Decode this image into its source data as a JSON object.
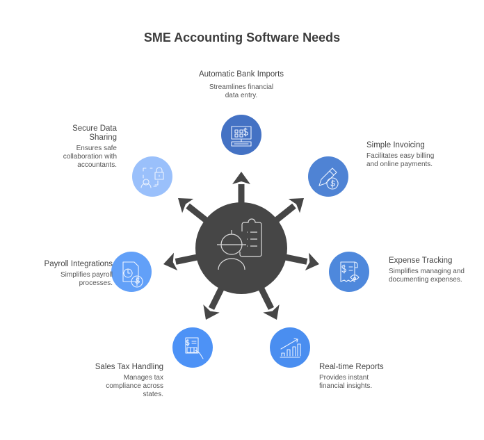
{
  "title": "SME Accounting Software Needs",
  "center": {
    "icon": "worker-clipboard-icon",
    "color": "#464646"
  },
  "items": [
    {
      "title": "Automatic Bank Imports",
      "desc": "Streamlines financial data entry.",
      "icon": "bank-terminal-icon",
      "color": "#4472c4"
    },
    {
      "title": "Simple Invoicing",
      "desc": "Facilitates easy billing and online payments.",
      "icon": "pencil-dollar-icon",
      "color": "#4f83d4"
    },
    {
      "title": "Expense Tracking",
      "desc": "Simplifies managing and documenting expenses.",
      "icon": "receipt-eye-icon",
      "color": "#4e88dc"
    },
    {
      "title": "Real-time Reports",
      "desc": "Provides instant financial insights.",
      "icon": "bar-chart-trend-icon",
      "color": "#4a8ef0"
    },
    {
      "title": "Sales Tax Handling",
      "desc": "Manages tax compliance across states.",
      "icon": "tax-calculator-icon",
      "color": "#4d92f6"
    },
    {
      "title": "Payroll Integrations",
      "desc": "Simplifies payroll processes.",
      "icon": "clock-dollar-document-icon",
      "color": "#62a0f8"
    },
    {
      "title": "Secure Data Sharing",
      "desc": "Ensures safe collaboration with accountants.",
      "icon": "user-lock-icon",
      "color": "#9ac0fb"
    }
  ]
}
